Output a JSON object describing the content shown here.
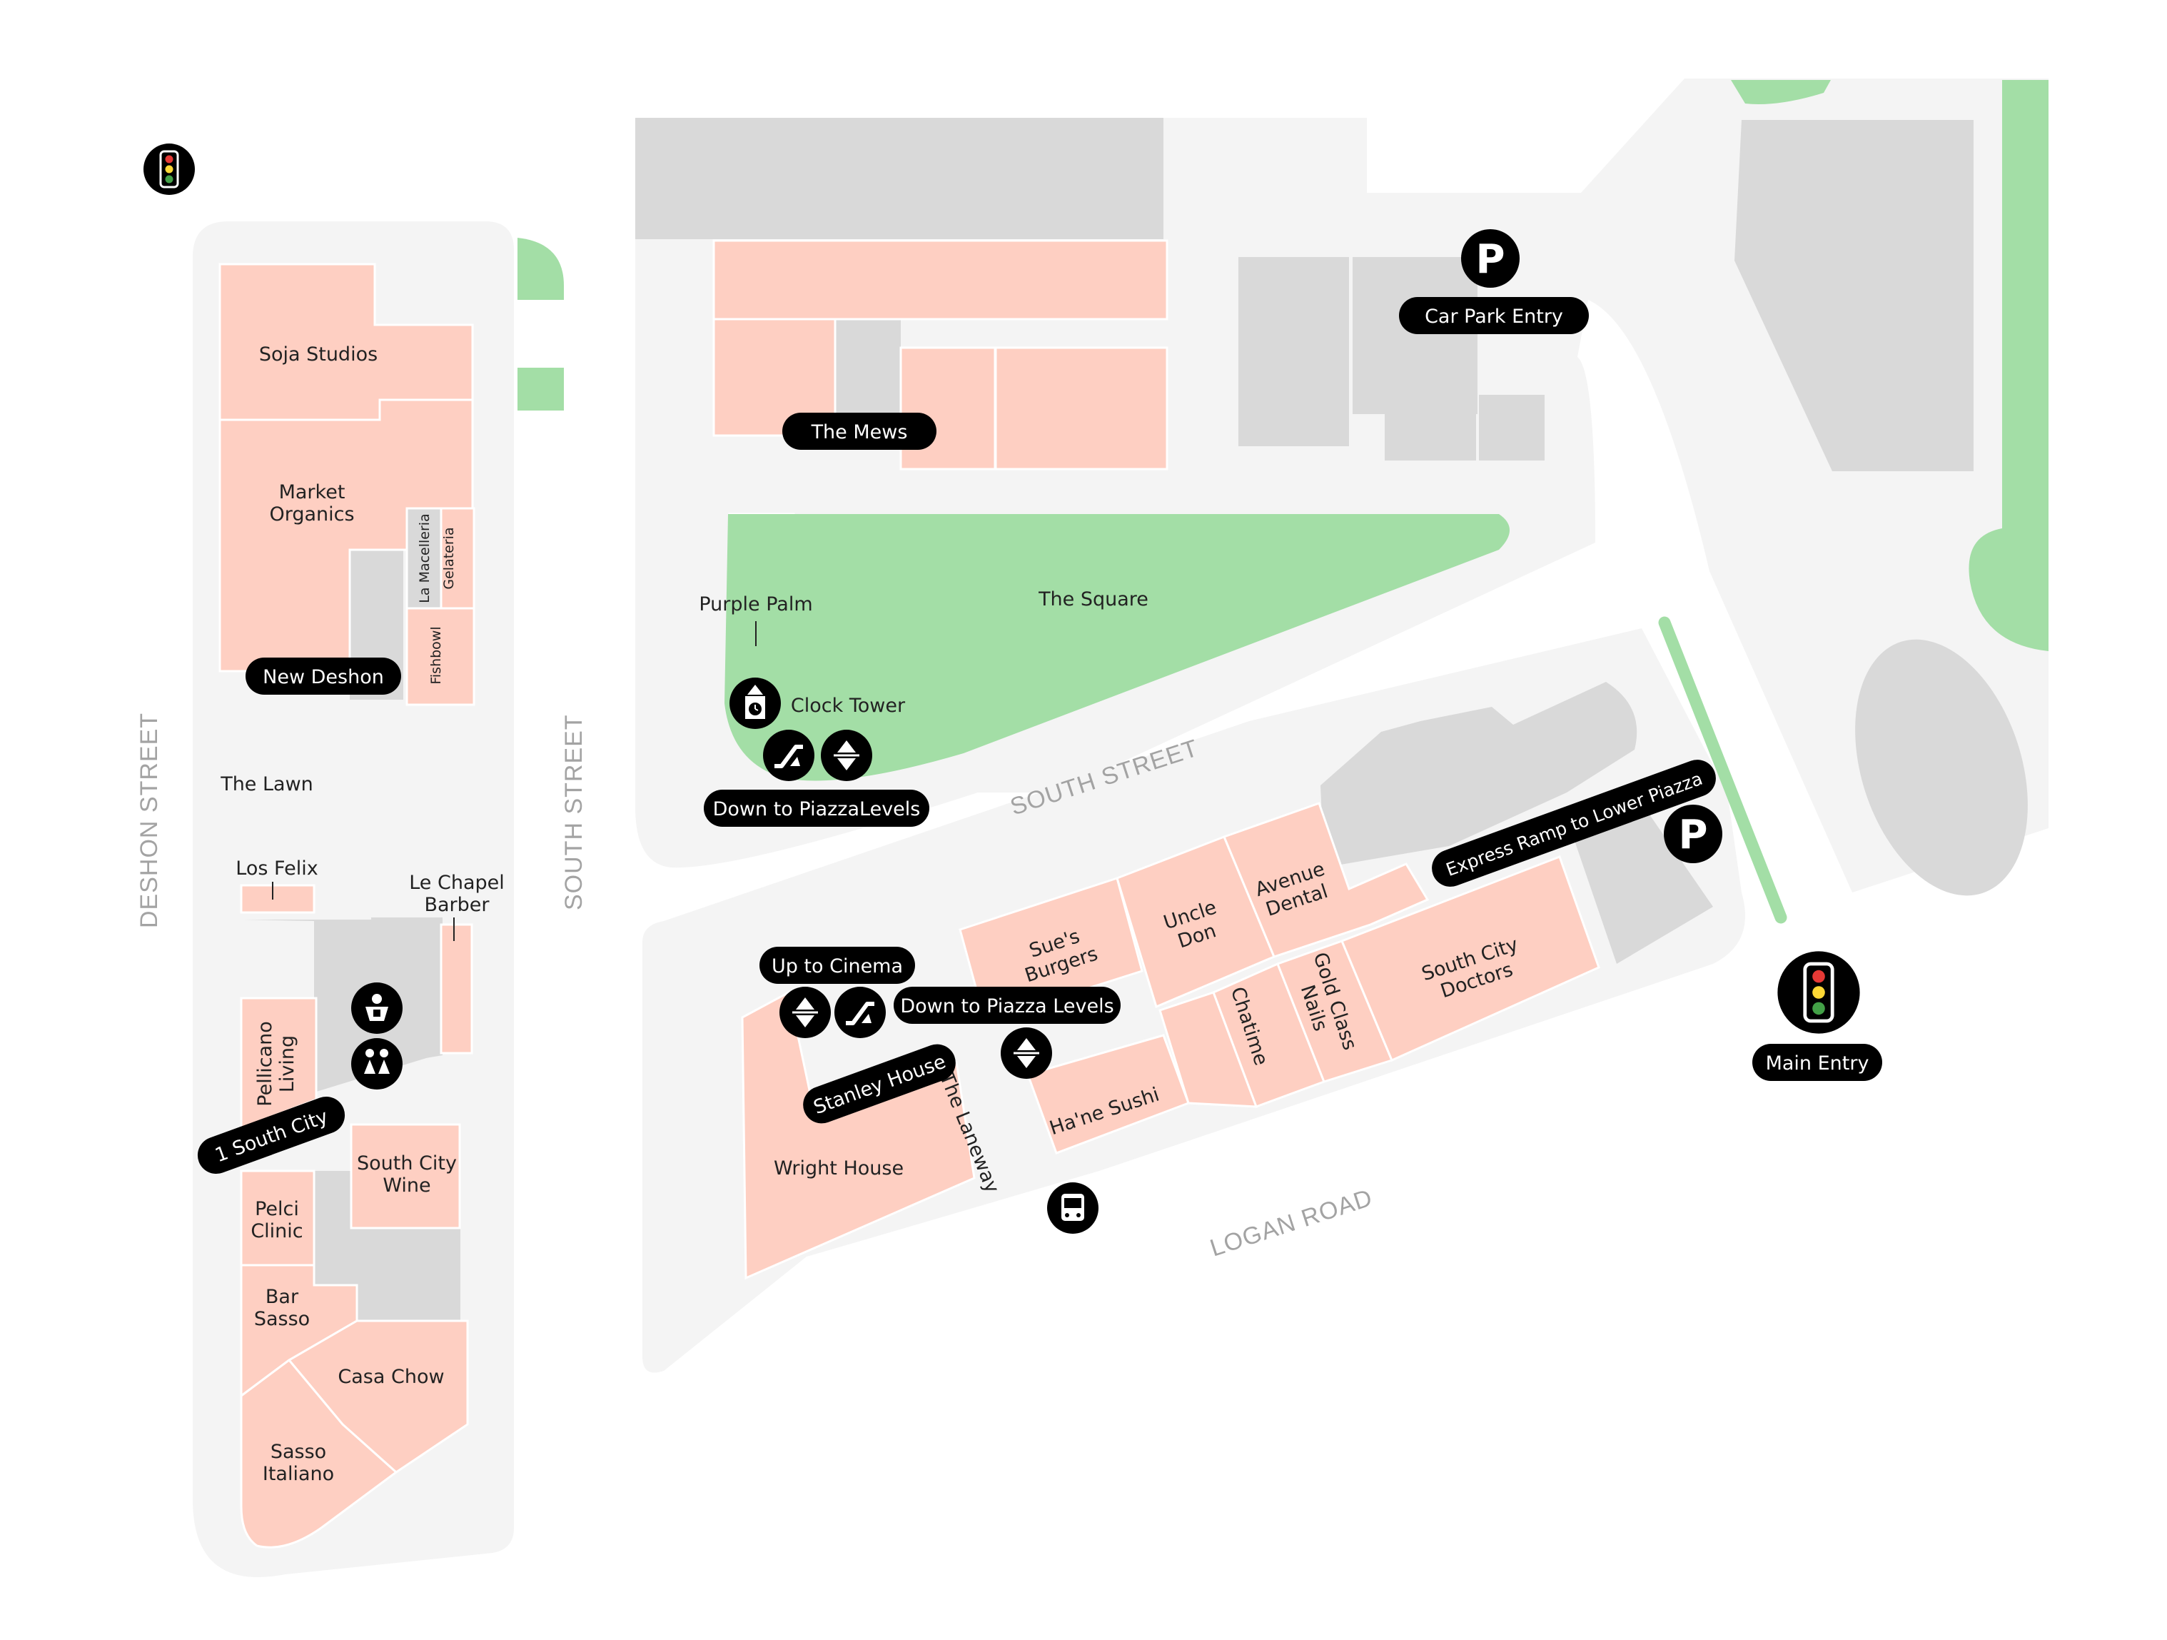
{
  "colors": {
    "background": "#ffffff",
    "paving": "#f4f4f4",
    "building": "#d9d9d9",
    "tenancy": "#fecfc2",
    "green": "#a3dea6",
    "pill": "#000000",
    "street_label": "#a3a3a3"
  },
  "streets": {
    "deshon": "DESHON STREET",
    "south_vertical": "SOUTH STREET",
    "south_diagonal": "SOUTH STREET",
    "logan": "LOGAN ROAD"
  },
  "tenancies": {
    "soja_studios": "Soja Studios",
    "market_organics": [
      "Market",
      "Organics"
    ],
    "la_macelleria": "La Macelleria",
    "gelateria": "Gelateria",
    "fishbowl": "Fishbowl",
    "the_lawn": "The Lawn",
    "los_felix": "Los Felix",
    "le_chapel_barber": [
      "Le Chapel",
      "Barber"
    ],
    "pellicano_living": [
      "Pellicano",
      "Living"
    ],
    "south_city_wine": [
      "South City",
      "Wine"
    ],
    "pelci_clinic": [
      "Pelci",
      "Clinic"
    ],
    "bar_sasso": [
      "Bar",
      "Sasso"
    ],
    "casa_chow": "Casa Chow",
    "sasso_italiano": [
      "Sasso",
      "Italiano"
    ],
    "purple_palm": "Purple Palm",
    "the_square": "The Square",
    "clock_tower": "Clock Tower",
    "sues_burgers": [
      "Sue's",
      "Burgers"
    ],
    "uncle_don": [
      "Uncle",
      "Don"
    ],
    "avenue_dental": [
      "Avenue",
      "Dental"
    ],
    "chatime": "Chatime",
    "gold_class_nails": [
      "Gold Class",
      "Nails"
    ],
    "south_city_doctors": [
      "South City",
      "Doctors"
    ],
    "hane_sushi": "Ha'ne Sushi",
    "wright_house": "Wright House",
    "the_laneway": "The Laneway"
  },
  "pills": {
    "the_mews": "The Mews",
    "new_deshon": "New Deshon",
    "car_park_entry": "Car Park Entry",
    "down_to_piazza_levels_square": "Down to PiazzaLevels",
    "up_to_cinema": "Up to Cinema",
    "down_to_piazza_levels": "Down to Piazza Levels",
    "stanley_house": "Stanley House",
    "one_south_city": "1 South City",
    "express_ramp": "Express Ramp to Lower Piazza",
    "main_entry": "Main Entry"
  },
  "icons": {
    "parking_letter": "P",
    "traffic_light": "traffic-light-icon",
    "parking": "parking-icon",
    "clock_tower": "clock-tower-icon",
    "escalator": "escalator-icon",
    "lift": "lift-icon",
    "baby_change": "baby-change-icon",
    "toilets": "toilets-icon",
    "bus": "bus-icon"
  }
}
